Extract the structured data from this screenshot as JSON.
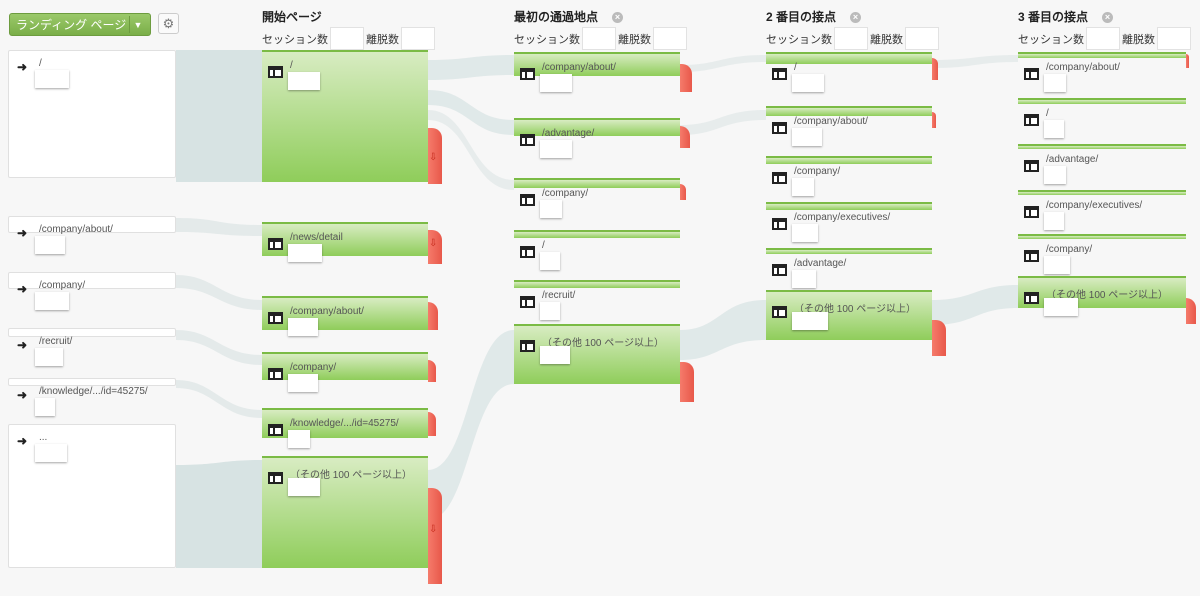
{
  "toolbar": {
    "landing_label": "ランディング ページ",
    "dropdown_icon": "chevron-down-icon",
    "settings_icon": "gear-icon"
  },
  "columns": [
    {
      "title": "開始ページ",
      "sessions_label": "セッション数",
      "exits_label": "離脱数"
    },
    {
      "title": "最初の通過地点",
      "sessions_label": "セッション数",
      "exits_label": "離脱数"
    },
    {
      "title": "2 番目の接点",
      "sessions_label": "セッション数",
      "exits_label": "離脱数"
    },
    {
      "title": "3 番目の接点",
      "sessions_label": "セッション数",
      "exits_label": "離脱数"
    }
  ],
  "landing": [
    "/",
    "/company/about/",
    "/company/",
    "/recruit/",
    "/knowledge/.../id=45275/",
    "..."
  ],
  "start": [
    "/",
    "/news/detail",
    "/company/about/",
    "/company/",
    "/knowledge/.../id=45275/",
    "（その他 100 ページ以上）"
  ],
  "first": [
    "/company/about/",
    "/advantage/",
    "/company/",
    "/",
    "/recruit/",
    "（その他 100 ページ以上）"
  ],
  "second": [
    "/",
    "/company/about/",
    "/company/",
    "/company/executives/",
    "/advantage/",
    "（その他 100 ページ以上）"
  ],
  "third": [
    "/company/about/",
    "/",
    "/advantage/",
    "/company/executives/",
    "/company/",
    "（その他 100 ページ以上）"
  ],
  "icons": {
    "entrance": "entrance-arrow-icon",
    "page": "page-icon",
    "close": "close-icon",
    "exit": "exit-arrow-icon"
  },
  "colors": {
    "node": "#8fcd5a",
    "drop": "#e8584a",
    "flow": "#d3e0e0"
  }
}
